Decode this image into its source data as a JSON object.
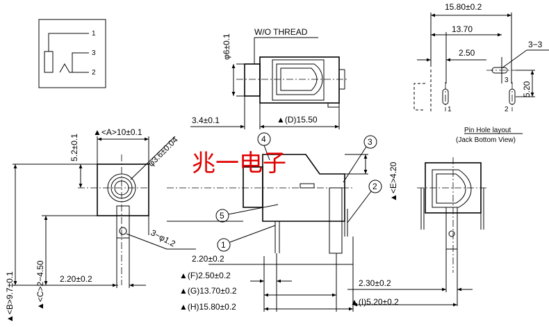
{
  "schematic": {
    "pin1": "1",
    "pin2": "2",
    "pin3": "3"
  },
  "top_view": {
    "dia": "φ6±0.1",
    "wo_thread": "W/O THREAD",
    "offset": "3.4±0.1",
    "dim_d": "▲(D)15.50"
  },
  "pin_layout": {
    "w1": "15.80±0.2",
    "w2": "13.70",
    "w3": "2.50",
    "h": "5.20",
    "slot": "3−3",
    "p1": "1",
    "p2": "2",
    "p3": "3",
    "title": "Pin Hole layout",
    "subtitle": "(Jack Bottom View)"
  },
  "front_view": {
    "dim_a": "▲<A>10±0.1",
    "h52": "5.2±0.1",
    "dia36": "φ3.6±0.04",
    "hole12": "3−φ1.2",
    "dim_b": "▲<B>9.7±0.1",
    "dim_c": "▲<C>2−4.50",
    "w22": "2.20±0.2"
  },
  "side_view": {
    "c1": "1",
    "c2": "2",
    "c3": "3",
    "c4": "4",
    "c5": "5",
    "dim_e": "▲<E>4.20",
    "d220": "2.20±0.2",
    "dim_f": "▲(F)2.50±0.2",
    "dim_g": "▲(G)13.70±0.2",
    "dim_h": "▲(H)15.80±0.2"
  },
  "back_view": {
    "d230": "2.30±0.2",
    "dim_i": "▲(I)5.20±0.2"
  },
  "watermark": "兆一电子"
}
